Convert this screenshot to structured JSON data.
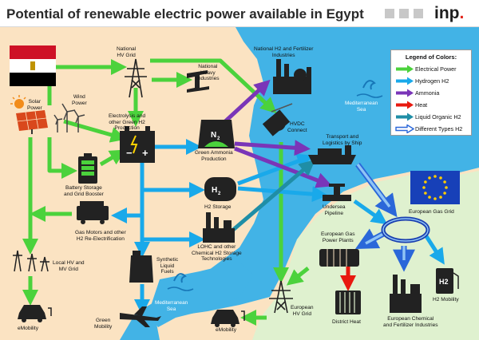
{
  "header": {
    "title": "Potential of renewable electric power available in Egypt",
    "logo": "inp",
    "logo_dot": "."
  },
  "legend": {
    "title": "Legend of Colors:",
    "items": [
      {
        "label": "Electrical Power",
        "color": "#4bd23c",
        "style": "solid"
      },
      {
        "label": "Hydrogen H2",
        "color": "#19a9ea",
        "style": "solid"
      },
      {
        "label": "Ammonia",
        "color": "#7a35b8",
        "style": "solid"
      },
      {
        "label": "Heat",
        "color": "#e8190f",
        "style": "solid"
      },
      {
        "label": "Liquid Organic H2",
        "color": "#1f8ea6",
        "style": "solid"
      },
      {
        "label": "Different Types H2",
        "color": "#2a67d9",
        "style": "outline"
      }
    ]
  },
  "nodes": {
    "solar": "Solar\nPower",
    "wind": "Wind\nPower",
    "national_hv_grid": "National\nHV Grid",
    "heavy_industries": "National\nHeavy\nIndustries",
    "h2_fertilizer": "National H2 and Fertilizer\nIndustries",
    "electrolysis": "Electrolysis and\nother Green H2\nProduction",
    "green_ammonia": "Green Ammonia\nProduction",
    "hvdc": "HVDC\nConnect",
    "transport": "Transport and\nLogistics by Ship",
    "battery": "Battery Storage\nand Grid Booster",
    "h2_storage": "H2 Storage",
    "undersea": "Undersea\nPipeline",
    "eu_gas_grid": "European Gas Grid",
    "gas_motors": "Gas Motors and other\nH2 Re-Electrification",
    "lohc": "LOHC and other\nChemical H2 Storage\nTechnologies",
    "eu_gas_plants": "European Gas\nPower Plants",
    "local_grid": "Local HV and\nMV Grid",
    "synthetic_fuels": "Synthetic\nLiquid\nFuels",
    "eu_chemical": "European Chemical\nand Fertilizer Industries",
    "h2_mobility": "H2 Mobility",
    "district_heat": "District Heat",
    "eu_hv_grid": "European\nHV Grid",
    "emobility_left": "eMobility",
    "emobility_right": "eMobility",
    "green_mobility": "Green\nMobility",
    "sea_top": "Mediterranean\nSea",
    "sea_bottom": "Mediterranean\nSea"
  },
  "icon_text": {
    "n2": "N",
    "h2": "H",
    "h2_mobility_pump": "H2"
  },
  "colors": {
    "land": "#fbe3c2",
    "sea": "#42b3e6",
    "eu_land": "#dff1cf",
    "electric": "#4bd23c",
    "hydrogen": "#19a9ea",
    "ammonia": "#7a35b8",
    "heat": "#e8190f",
    "lohc": "#1f8ea6",
    "h2types": "#2a67d9"
  }
}
